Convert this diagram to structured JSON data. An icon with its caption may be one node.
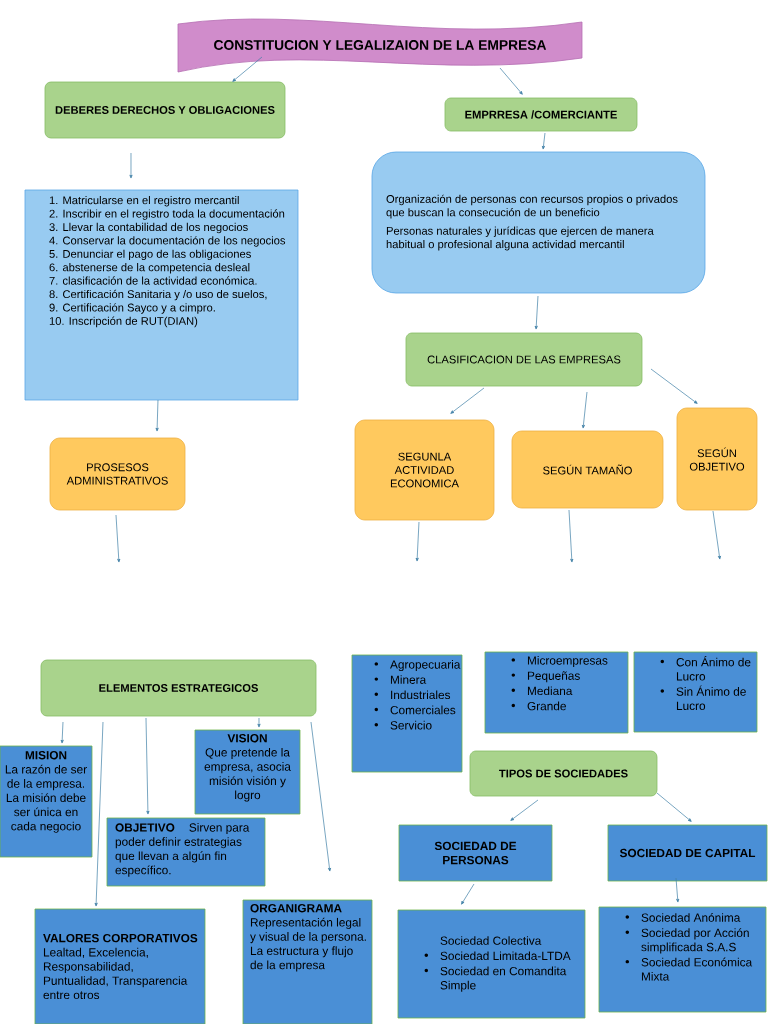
{
  "diagram": {
    "nodes": [
      {
        "text": [
          "CONSTITUCION Y LEGALIZAION DE LA EMPRESA"
        ]
      },
      {
        "text": [
          "DEBERES DERECHOS Y OBLIGACIONES"
        ]
      },
      {
        "text": [
          "1. Matricularse en el registro mercantil",
          "2. Inscribir en el registro toda la documentación",
          "3. Llevar la contabilidad de los negocios",
          "4. Conservar la documentación de los negocios",
          "5. Denunciar el pago de las obligaciones",
          "6. abstenerse de la competencia desleal",
          "7. clasificación de la actividad económica.",
          "8. Certificación Sanitaria y /o uso de suelos,",
          "9. Certificación Sayco y a cimpro.",
          "10. Inscripción de RUT(DIAN)"
        ]
      },
      {
        "text": [
          "PROSESOS ADMINISTRATIVOS"
        ]
      },
      {
        "text": [
          "EMPRRESA /COMERCIANTE"
        ]
      },
      {
        "text": [
          "Organización de personas con recursos propios o privados que buscan la consecución de un beneficio",
          "Personas naturales y jurídicas que ejercen de manera habitual o profesional alguna actividad mercantil"
        ]
      },
      {
        "text": [
          "CLASIFICACION DE LAS EMPRESAS"
        ]
      },
      {
        "text": [
          "SEGUNLA ACTIVIDAD ECONOMICA"
        ]
      },
      {
        "text": [
          "SEGÚN TAMAÑO"
        ]
      },
      {
        "text": [
          "SEGÚN OBJETIVO"
        ]
      },
      {
        "text": [
          "ELEMENTOS ESTRATEGICOS"
        ]
      },
      {
        "text": [
          "Agropecuaria",
          "Minera",
          "Industriales",
          "Comerciales",
          "Servicio"
        ]
      },
      {
        "text": [
          "Microempresas",
          "Pequeñas",
          "Mediana",
          "Grande"
        ]
      },
      {
        "text": [
          "Con Ánimo de Lucro",
          "Sin Ánimo de Lucro"
        ]
      },
      {
        "text": [
          "TIPOS DE SOCIEDADES"
        ]
      },
      {
        "text": [
          "MISION",
          "La razón de ser de la empresa. La misión debe ser única en cada negocio"
        ]
      },
      {
        "text": [
          "VISION",
          "Que pretende la empresa, asocia misión visión y logro"
        ]
      },
      {
        "text": [
          "OBJETIVO",
          "Sirven para poder definir estrategias que llevan a algún fin específico."
        ]
      },
      {
        "text": [
          "VALORES CORPORATIVOS",
          "Lealtad, Excelencia, Responsabilidad, Puntualidad, Transparencia entre otros"
        ]
      },
      {
        "text": [
          "ORGANIGRAMA",
          "Representación legal y visual de la persona. La estructura y flujo de la empresa"
        ]
      },
      {
        "text": [
          "SOCIEDAD DE PERSONAS"
        ]
      },
      {
        "text": [
          "SOCIEDAD DE CAPITAL"
        ]
      },
      {
        "text": [
          "Sociedad Colectiva",
          "Sociedad Limitada-LTDA",
          "Sociedad en Comandita Simple"
        ]
      },
      {
        "text": [
          "Sociedad Anónima",
          "Sociedad por Acción simplificada S.A.S",
          "Sociedad Económica Mixta"
        ]
      }
    ],
    "edges": [
      {
        "from": 0,
        "to": 1,
        "arrow": "to"
      },
      {
        "from": 0,
        "to": 4,
        "arrow": "to"
      },
      {
        "from": 1,
        "to": 2,
        "arrow": "to"
      },
      {
        "from": 2,
        "to": 3,
        "arrow": "to"
      },
      {
        "from": 3,
        "to": null,
        "arrow": "to"
      },
      {
        "from": 4,
        "to": 5,
        "arrow": "to"
      },
      {
        "from": 5,
        "to": 6,
        "arrow": "to"
      },
      {
        "from": 6,
        "to": 7,
        "arrow": "to"
      },
      {
        "from": 6,
        "to": 8,
        "arrow": "to"
      },
      {
        "from": 6,
        "to": 9,
        "arrow": "to"
      },
      {
        "from": 7,
        "to": null,
        "arrow": "to"
      },
      {
        "from": 8,
        "to": null,
        "arrow": "to"
      },
      {
        "from": 9,
        "to": null,
        "arrow": "to"
      },
      {
        "from": 10,
        "to": 15,
        "arrow": "to"
      },
      {
        "from": 10,
        "to": 16,
        "arrow": "to"
      },
      {
        "from": 10,
        "to": 17,
        "arrow": "to"
      },
      {
        "from": 10,
        "to": 18,
        "arrow": "to"
      },
      {
        "from": 10,
        "to": 19,
        "arrow": "to"
      },
      {
        "from": 14,
        "to": 20,
        "arrow": "to"
      },
      {
        "from": 14,
        "to": 21,
        "arrow": "to"
      },
      {
        "from": 20,
        "to": 22,
        "arrow": "to"
      },
      {
        "from": 21,
        "to": 23,
        "arrow": "to"
      }
    ]
  }
}
